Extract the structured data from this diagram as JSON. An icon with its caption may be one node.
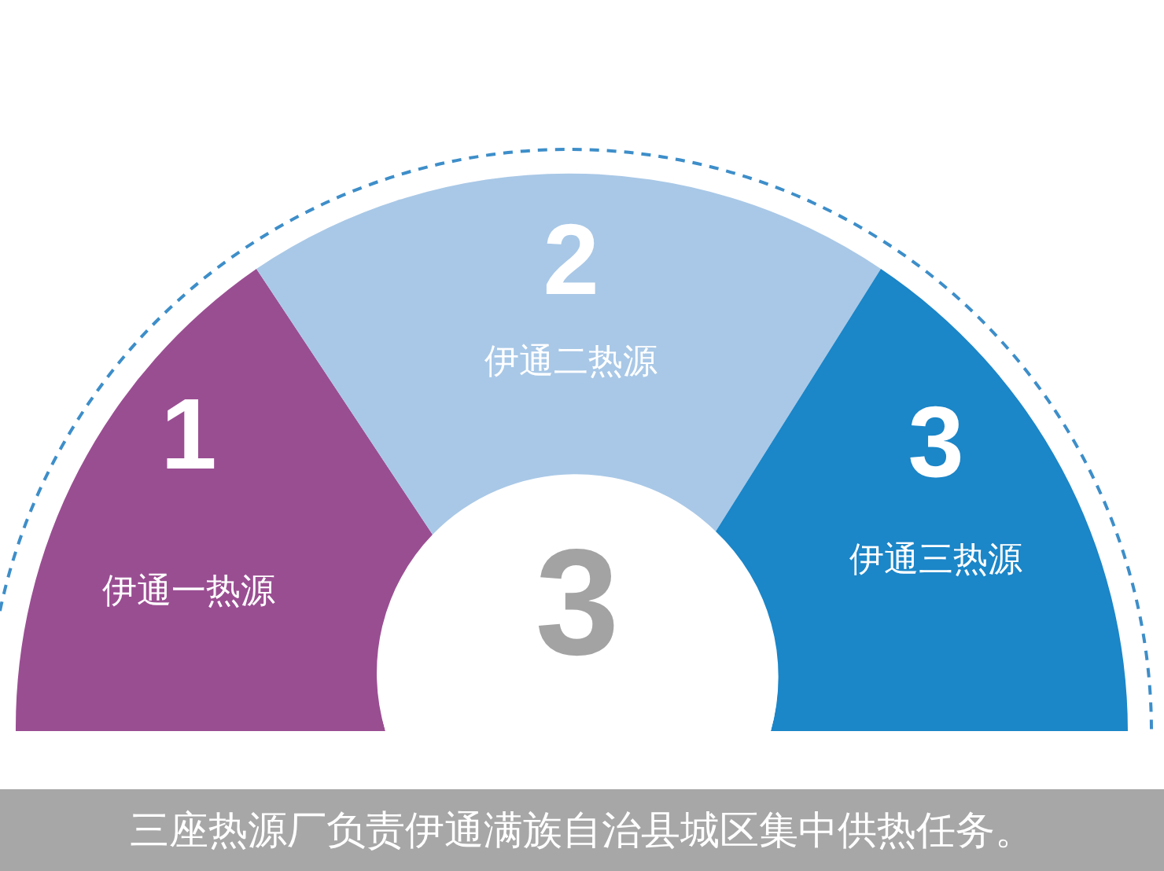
{
  "diagram": {
    "caption": "三座热源厂负责伊通满族自治县城区集中供热任务。",
    "nodes": [
      {
        "text": [
          "1",
          "伊通一热源"
        ]
      },
      {
        "text": [
          "2",
          "伊通二热源"
        ]
      },
      {
        "text": [
          "3",
          "伊通三热源"
        ]
      },
      {
        "text": [
          "3"
        ]
      }
    ],
    "edges": []
  }
}
